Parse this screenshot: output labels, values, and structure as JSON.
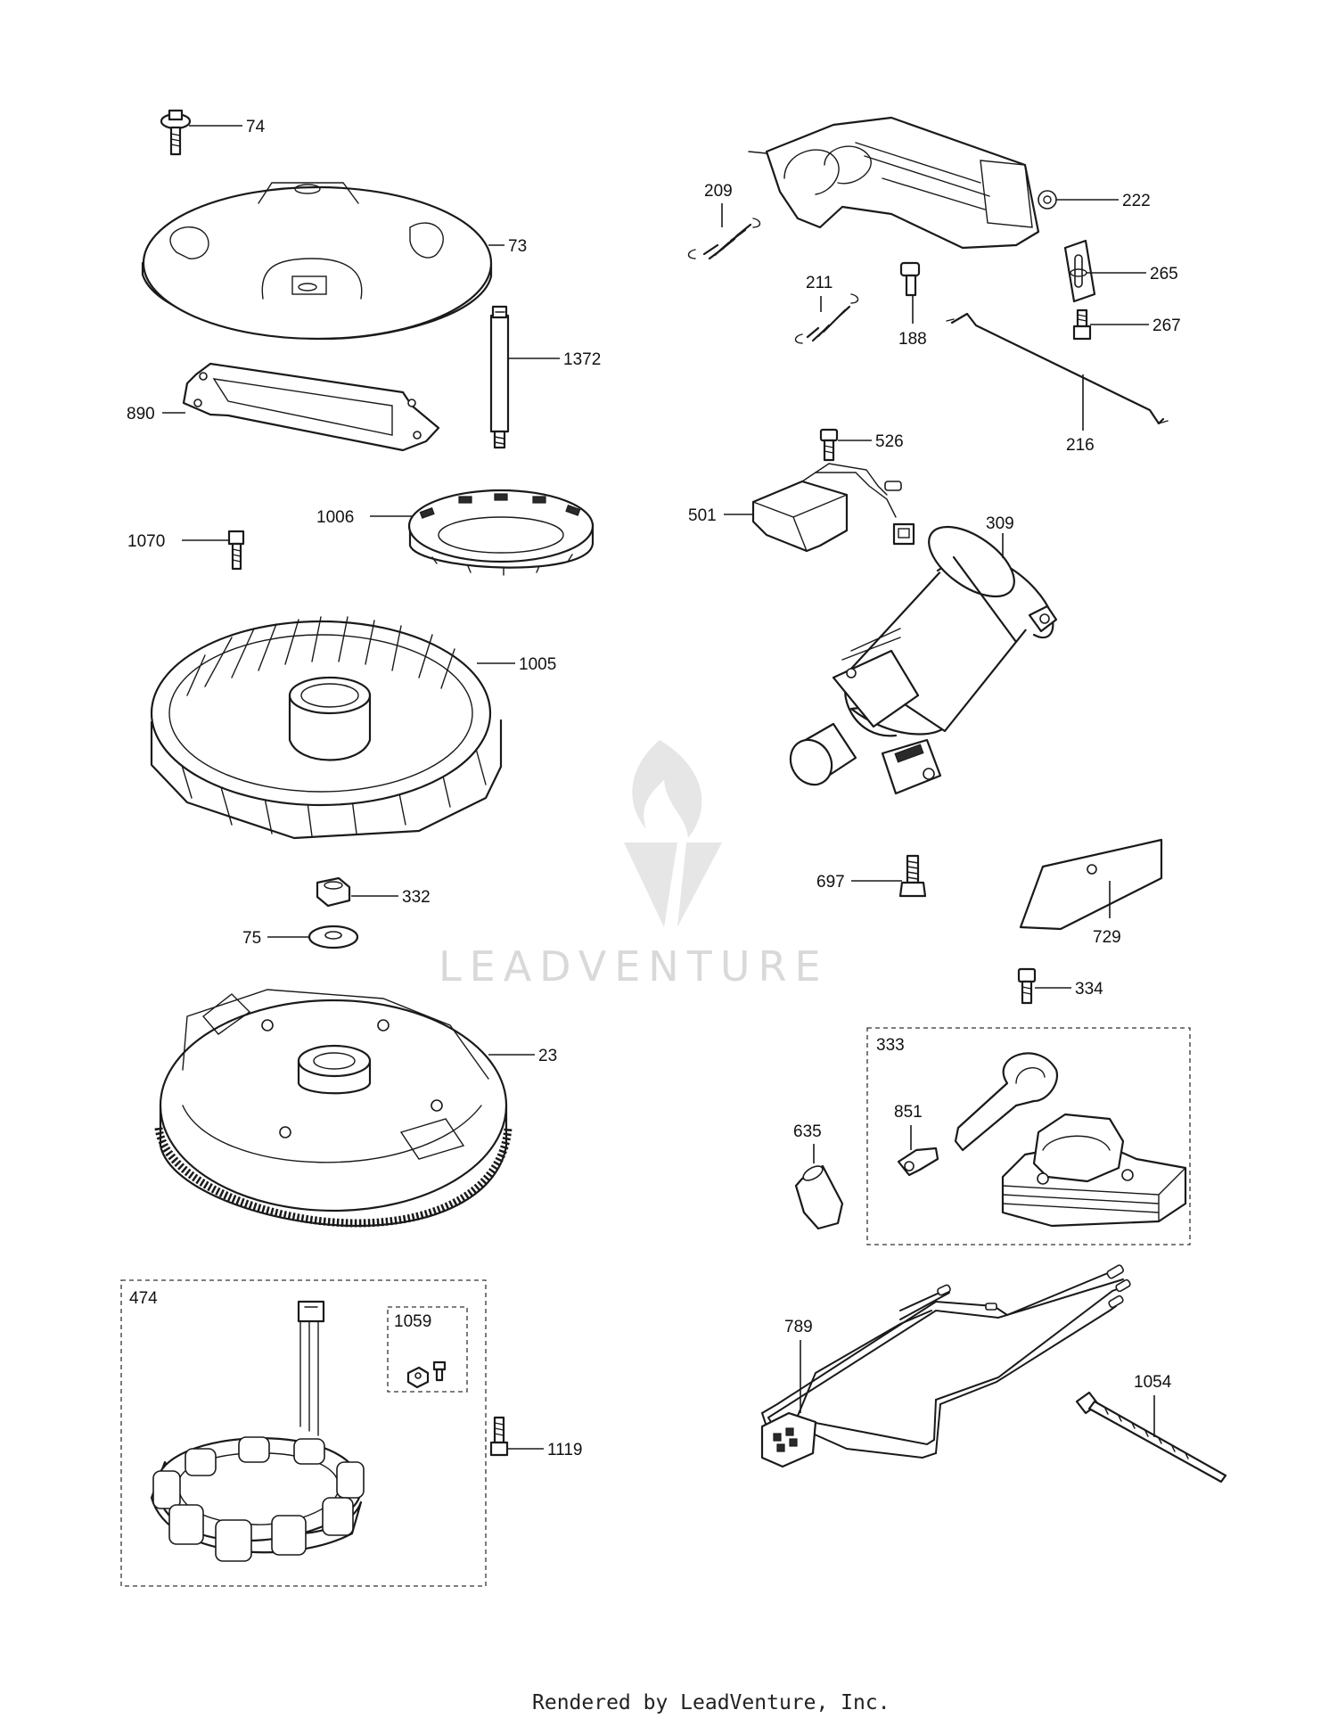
{
  "callouts": {
    "c74": "74",
    "c73": "73",
    "c1372": "1372",
    "c890": "890",
    "c1006": "1006",
    "c1070": "1070",
    "c1005": "1005",
    "c332": "332",
    "c75": "75",
    "c23": "23",
    "c474": "474",
    "c1059": "1059",
    "c1119": "1119",
    "c209": "209",
    "c222": "222",
    "c265": "265",
    "c211": "211",
    "c188": "188",
    "c267": "267",
    "c216": "216",
    "c526": "526",
    "c501": "501",
    "c309": "309",
    "c697": "697",
    "c729": "729",
    "c334": "334",
    "c333": "333",
    "c851": "851",
    "c635": "635",
    "c789": "789",
    "c1054": "1054"
  },
  "watermark": {
    "text": "LEADVENTURE"
  },
  "footer": {
    "text": "Rendered by LeadVenture, Inc."
  }
}
